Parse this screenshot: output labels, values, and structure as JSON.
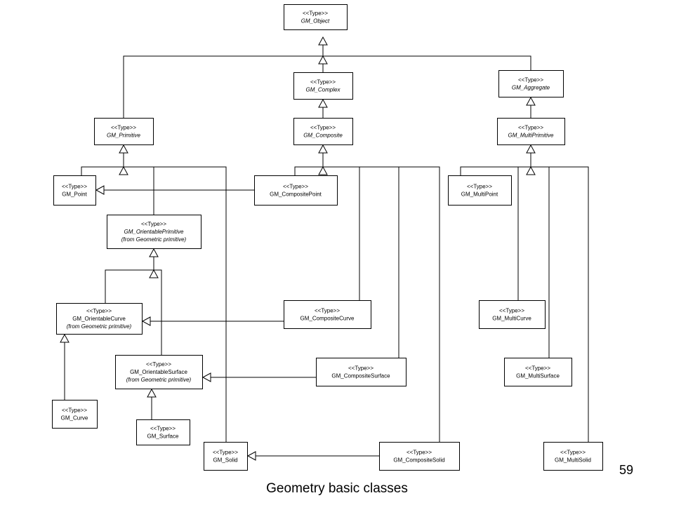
{
  "stereotype": "<<Type>>",
  "classes": {
    "object": {
      "name": "GM_Object",
      "abstract": true
    },
    "complex": {
      "name": "GM_Complex",
      "abstract": true
    },
    "aggregate": {
      "name": "GM_Aggregate",
      "abstract": true
    },
    "primitive": {
      "name": "GM_Primitive",
      "abstract": true
    },
    "composite": {
      "name": "GM_Composite",
      "abstract": true
    },
    "multiprimitive": {
      "name": "GM_MultiPrimitive",
      "abstract": true
    },
    "point": {
      "name": "GM_Point",
      "abstract": false
    },
    "compositepoint": {
      "name": "GM_CompositePoint",
      "abstract": false
    },
    "multipoint": {
      "name": "GM_MultiPoint",
      "abstract": false
    },
    "orientableprimitive": {
      "name": "GM_OrientablePrimitive",
      "abstract": true,
      "from": "(from Geometric primitive)"
    },
    "orientablecurve": {
      "name": "GM_OrientableCurve",
      "abstract": false,
      "from": "(from Geometric primitive)"
    },
    "compositecurve": {
      "name": "GM_CompositeCurve",
      "abstract": false
    },
    "multicurve": {
      "name": "GM_MultiCurve",
      "abstract": false
    },
    "orientablesurface": {
      "name": "GM_OrientableSurface",
      "abstract": false,
      "from": "(from Geometric primitive)"
    },
    "compositesurface": {
      "name": "GM_CompositeSurface",
      "abstract": false
    },
    "multisurface": {
      "name": "GM_MultiSurface",
      "abstract": false
    },
    "curve": {
      "name": "GM_Curve",
      "abstract": false
    },
    "surface": {
      "name": "GM_Surface",
      "abstract": false
    },
    "solid": {
      "name": "GM_Solid",
      "abstract": false
    },
    "compositesolid": {
      "name": "GM_CompositeSolid",
      "abstract": false
    },
    "multisolid": {
      "name": "GM_MultiSolid",
      "abstract": false
    }
  },
  "generalizations": [
    [
      "complex",
      "object"
    ],
    [
      "aggregate",
      "object"
    ],
    [
      "primitive",
      "object"
    ],
    [
      "composite",
      "complex"
    ],
    [
      "multiprimitive",
      "aggregate"
    ],
    [
      "point",
      "primitive"
    ],
    [
      "orientableprimitive",
      "primitive"
    ],
    [
      "solid",
      "primitive"
    ],
    [
      "orientablecurve",
      "orientableprimitive"
    ],
    [
      "orientablesurface",
      "orientableprimitive"
    ],
    [
      "curve",
      "orientablecurve"
    ],
    [
      "surface",
      "orientablesurface"
    ],
    [
      "compositepoint",
      "composite"
    ],
    [
      "compositecurve",
      "composite"
    ],
    [
      "compositesurface",
      "composite"
    ],
    [
      "compositesolid",
      "composite"
    ],
    [
      "multipoint",
      "multiprimitive"
    ],
    [
      "multicurve",
      "multiprimitive"
    ],
    [
      "multisurface",
      "multiprimitive"
    ],
    [
      "multisolid",
      "multiprimitive"
    ]
  ],
  "associations": [
    [
      "compositepoint",
      "point"
    ],
    [
      "compositecurve",
      "orientablecurve"
    ],
    [
      "compositesurface",
      "orientablesurface"
    ],
    [
      "compositesolid",
      "solid"
    ]
  ],
  "page_number": "59",
  "caption": "Geometry basic classes"
}
